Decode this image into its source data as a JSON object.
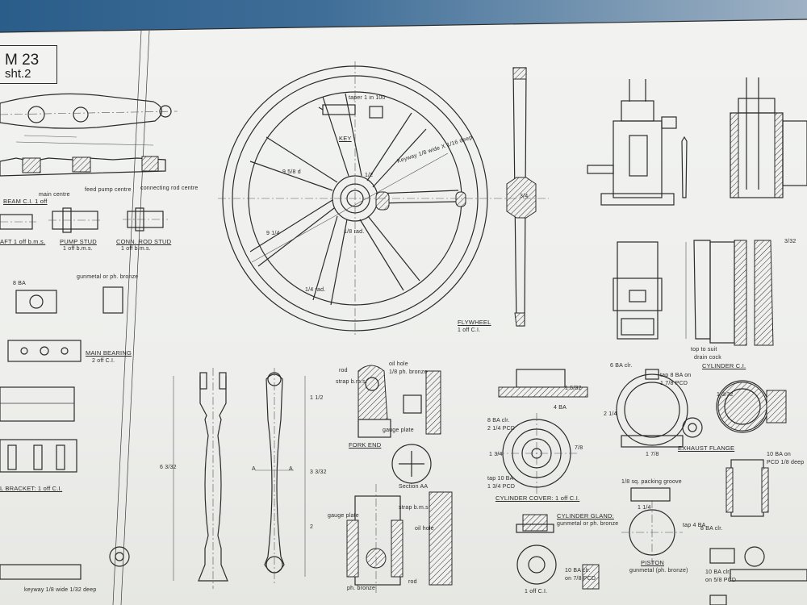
{
  "sheet": {
    "number": "M 23",
    "sub": "sht.2"
  },
  "labels": {
    "beam": "BEAM C.I. 1 off",
    "main_centre": "main centre",
    "feed_pump_centre": "feed pump centre",
    "connecting_rod_centre": "connecting rod centre",
    "pump_stud": "PUMP STUD",
    "pump_stud_qty": "1 off b.m.s.",
    "conn_rod_stud": "CONN. ROD STUD",
    "conn_rod_stud_qty": "1 off b.m.s.",
    "shaft": "AFT 1 off b.m.s.",
    "eight_ba": "8 BA",
    "gunmetal": "gunmetal or ph. bronze",
    "main_bearing": "MAIN BEARING",
    "main_bearing_qty": "2 off C.I.",
    "bracket": "L BRACKET: 1 off C.I.",
    "keyway_note": "keyway 1/8 wide 1/32 deep",
    "key": "KEY",
    "taper": "taper 1 in 100",
    "keyway": "Keyway 1/8 wide X 1/16 deep",
    "rad": "1/8 rad.",
    "rad2": "1/4 rad.",
    "flywheel": "FLYWHEEL",
    "flywheel_qty": "1 off C.I.",
    "section_aa": "Section AA",
    "fork_end": "FORK END",
    "strap": "strap b.m.s.",
    "strap2": "strap b.m.s.",
    "oil_hole": "oil hole",
    "ph_bronze": "1/8 ph. bronze",
    "gauge_plate": "gauge plate",
    "gauge_plate2": "gauge plate",
    "oil_hole2": "oil hole",
    "ph_bronze2": "ph. bronze",
    "rod": "rod",
    "rod2": "rod",
    "cylinder_cover": "CYLINDER COVER: 1 off C.I.",
    "eight_ba_clr": "8 BA clr.",
    "pcd": "2 1/4 PCD",
    "tap_10ba": "tap 10 BA",
    "pcd2": "1 3/4 PCD",
    "four_ba": "4 BA",
    "cylinder_gland": "CYLINDER GLAND:",
    "cylinder_gland_mat": "gunmetal or ph. bronze",
    "one_off_ci": "1 off C.I.",
    "ten_ba_clr": "10 BA clr.",
    "ten_ba_pcd": "on 7/8 PCD",
    "six_ba_clr": "6 BA clr.",
    "tap_8ba": "tap 8 BA on",
    "pcd3": "1 7/8 PCD",
    "packing": "1/8 sq. packing groove",
    "tap_4ba": "tap 4 BA",
    "piston": "PISTON",
    "piston_mat": "gunmetal (ph. bronze)",
    "cylinder_ci": "CYLINDER C.I.",
    "top_to_suit": "top to suit",
    "drain_cock": "drain cock",
    "exhaust_flange": "EXHAUST FLANGE",
    "ten_ba_on": "10 BA on",
    "pcd_deep": "PCD 1/8 deep",
    "ten_ba_clr2": "10 BA clr.",
    "pcd4": "on 5/8 PCD",
    "eight_ba_clr2": "8 BA clr.",
    "section_a": "A",
    "section_a2": "A",
    "dims": {
      "d1": "9 5/8 d",
      "d2": "9 1/4",
      "d3": "1/2",
      "d4": "3/4",
      "d5": "1 1/2",
      "d6": "6 3/32",
      "d7": "3 3/32",
      "d8": "2",
      "d9": "1 5/32",
      "d10": "1 3/4",
      "d11": "2 1/4",
      "d12": "1 7/8",
      "d13": "7/8",
      "d14": "1 1/4",
      "d15": "1 3/32",
      "d16": "3/32"
    }
  }
}
